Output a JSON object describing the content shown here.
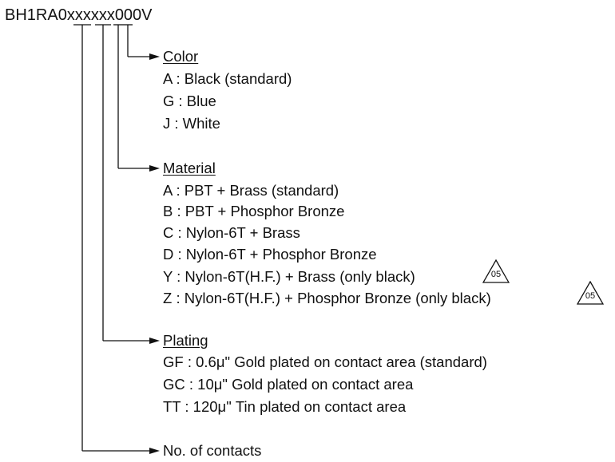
{
  "part_number": "BH1RA0xxxxxx000V",
  "color": {
    "heading": "Color",
    "options": [
      "A : Black (standard)",
      "G : Blue",
      "J : White"
    ]
  },
  "material": {
    "heading": "Material",
    "options": [
      "A : PBT + Brass (standard)",
      "B : PBT + Phosphor Bronze",
      "C : Nylon-6T + Brass",
      "D : Nylon-6T + Phosphor Bronze",
      "Y : Nylon-6T(H.F.) + Brass (only black)",
      "Z : Nylon-6T(H.F.) + Phosphor Bronze (only black)"
    ],
    "revision_badge": "05"
  },
  "plating": {
    "heading": "Plating",
    "options": [
      "GF : 0.6μ\" Gold plated on contact area (standard)",
      "GC : 10μ\" Gold plated on contact area",
      "TT : 120μ\" Tin plated on contact area"
    ]
  },
  "contacts": {
    "heading": "No. of contacts"
  }
}
